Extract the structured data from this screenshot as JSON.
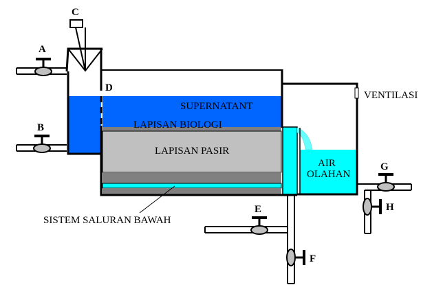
{
  "labels": {
    "supernatant": "SUPERNATANT",
    "biological_layer": "LAPISAN BIOLOGI",
    "sand_layer": "LAPISAN PASIR",
    "treated_water_line1": "AIR",
    "treated_water_line2": "OLAHAN",
    "ventilation": "VENTILASI",
    "underdrain": "SISTEM SALURAN BAWAH"
  },
  "valves": {
    "a": "A",
    "b": "B",
    "c": "C",
    "d": "D",
    "e": "E",
    "f": "F",
    "g": "G",
    "h": "H"
  },
  "colors": {
    "water": "#0066ff",
    "treated_water": "#00ffff",
    "sand": "#c0c0c0",
    "dark_layer": "#808080",
    "valve": "#c0c0c0",
    "outline": "#000000"
  }
}
